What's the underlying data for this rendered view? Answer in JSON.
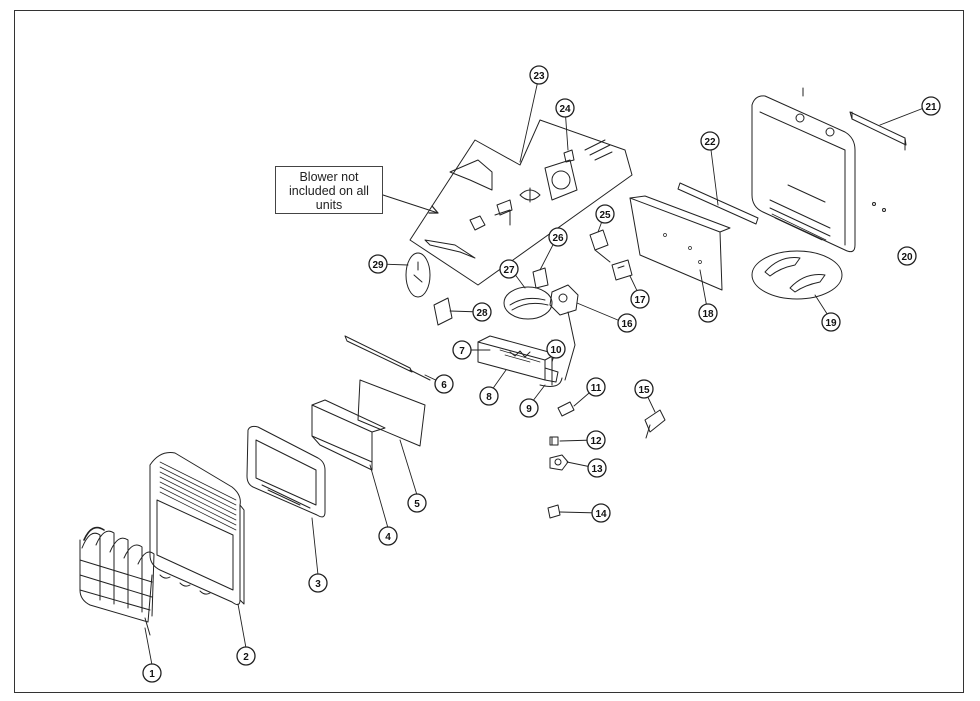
{
  "note": {
    "text": "Blower not included on all units"
  },
  "callouts": [
    "1",
    "2",
    "3",
    "4",
    "5",
    "6",
    "7",
    "8",
    "9",
    "10",
    "11",
    "12",
    "13",
    "14",
    "15",
    "16",
    "17",
    "18",
    "19",
    "20",
    "21",
    "22",
    "23",
    "24",
    "25",
    "26",
    "27",
    "28",
    "29"
  ]
}
